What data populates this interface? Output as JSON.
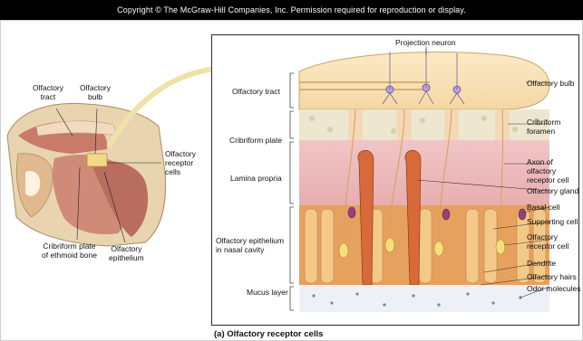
{
  "copyright": "Copyright © The McGraw-Hill Companies, Inc. Permission required for reproduction or display.",
  "left_labels": {
    "olfactory_tract": "Olfactory\ntract",
    "olfactory_bulb": "Olfactory\nbulb",
    "receptor_cells": "Olfactory\nreceptor\ncells",
    "cribriform": "Cribriform plate\nof ethmoid bone",
    "epithelium": "Olfactory\nepithelium"
  },
  "layer_labels": {
    "tract": "Olfactory tract",
    "cribriform_plate": "Cribriform plate",
    "lamina": "Lamina propria",
    "epithelium": "Olfactory epithelium\nin nasal cavity",
    "mucus": "Mucus layer"
  },
  "top_label": "Projection neuron",
  "right_labels": {
    "bulb": "Olfactory bulb",
    "foramen": "Cribriform\nforamen",
    "axon": "Axon of olfactory\nreceptor cell",
    "gland": "Olfactory gland",
    "basal": "Basal cell",
    "supporting": "Supporting cell",
    "receptor": "Olfactory\nreceptor cell",
    "dendrite": "Dendrite",
    "hairs": "Olfactory hairs",
    "odor": "Odor molecules"
  },
  "caption": "(a) Olfactory receptor cells"
}
